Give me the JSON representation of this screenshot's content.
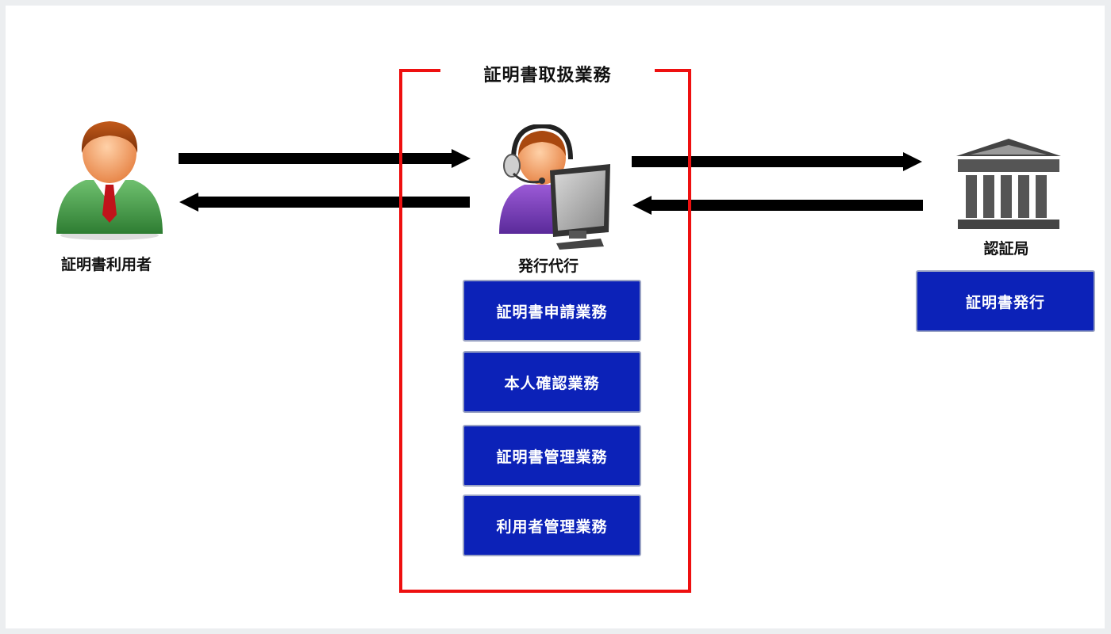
{
  "diagram": {
    "group": {
      "title": "証明書取扱業務"
    },
    "actors": {
      "user": {
        "label": "証明書利用者",
        "icon": "business-person-icon"
      },
      "agent": {
        "label": "発行代行",
        "icon": "operator-headset-computer-icon"
      },
      "ca": {
        "label": "認証局",
        "icon": "government-building-icon"
      }
    },
    "agent_tasks": [
      {
        "label": "証明書申請業務"
      },
      {
        "label": "本人確認業務"
      },
      {
        "label": "証明書管理業務"
      },
      {
        "label": "利用者管理業務"
      }
    ],
    "ca_tasks": [
      {
        "label": "証明書発行"
      }
    ],
    "colors": {
      "task_fill": "#0c22b8",
      "group_border": "#ee1010",
      "arrow": "#000000"
    }
  }
}
